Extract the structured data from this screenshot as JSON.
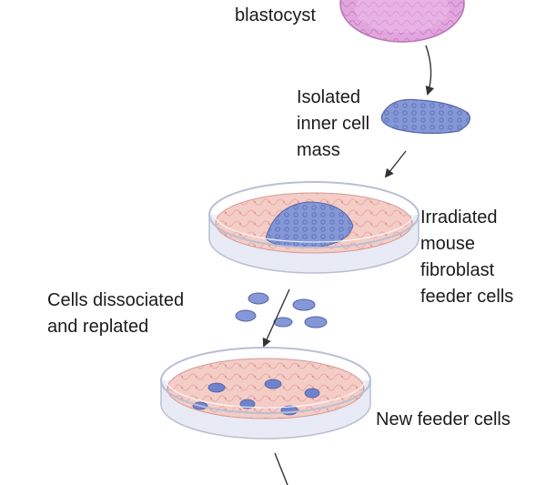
{
  "labels": {
    "blastocyst": [
      "blastocyst"
    ],
    "inner_cell_mass": [
      "Isolated",
      "inner cell",
      "mass"
    ],
    "irradiated_feeder": [
      "Irradiated",
      "mouse",
      "fibroblast",
      "feeder cells"
    ],
    "dissociated": [
      "Cells dissociated",
      "and replated"
    ],
    "new_feeder": [
      "New feeder cells"
    ]
  },
  "colors": {
    "blastocyst": "#d99ad9",
    "cell_mass": "#7a8fd0",
    "feeder_cells": "#f1c6c1",
    "dish_glass": "#dfe3f0",
    "arrow": "#333333"
  }
}
